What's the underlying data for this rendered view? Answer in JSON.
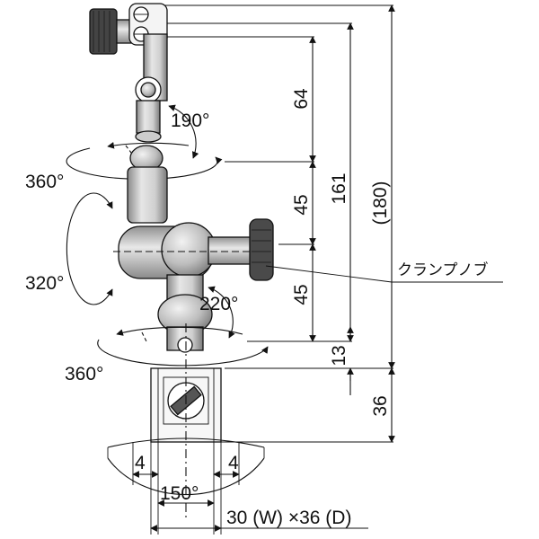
{
  "dimensions": {
    "d64": "64",
    "d45_upper": "45",
    "d45_lower": "45",
    "d161": "161",
    "d180": "(180)",
    "d13": "13",
    "d36": "36",
    "d4_left": "4",
    "d4_right": "4"
  },
  "angles": {
    "a190": "190°",
    "a360_top": "360°",
    "a320": "320°",
    "a220": "220°",
    "a360_bottom": "360°",
    "a150": "150°"
  },
  "labels": {
    "clamp_knob": "クランプノブ",
    "base_size": "30 (W) ×36 (D)"
  },
  "colors": {
    "line": "#111111",
    "part_light": "#e6e6e6",
    "part_mid": "#bdbdbd",
    "part_dark": "#8a8a8a",
    "knob": "#444444"
  }
}
